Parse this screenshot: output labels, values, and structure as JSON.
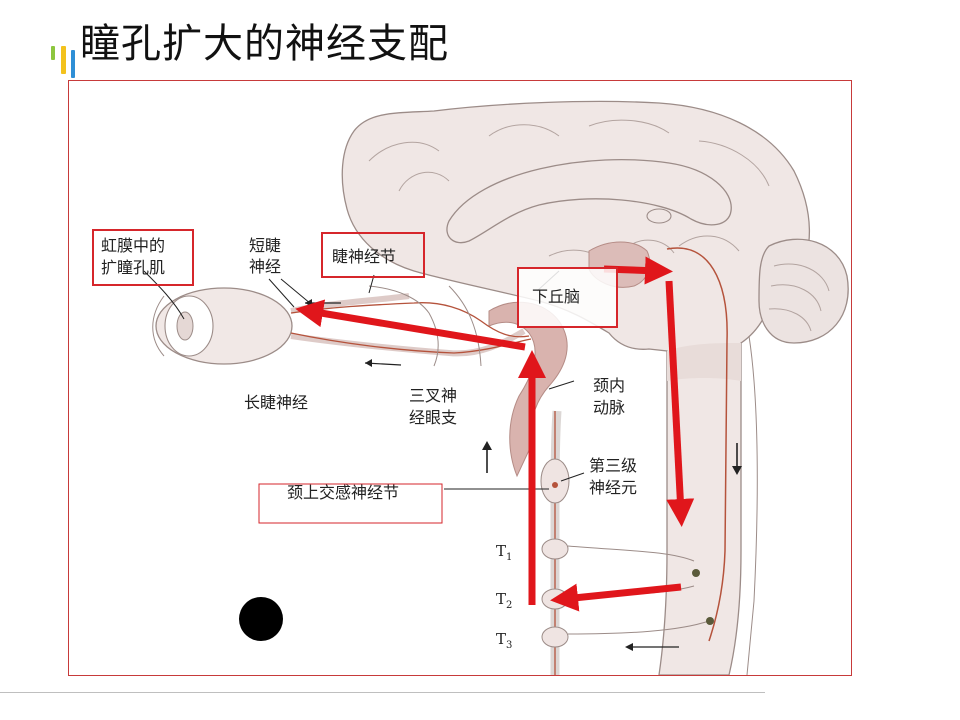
{
  "slide": {
    "title": "瞳孔扩大的神经支配"
  },
  "colors": {
    "accent_green": "#8dc63f",
    "accent_yellow": "#f3c21d",
    "accent_blue": "#2e8fd6",
    "frame_border": "#c73a3a",
    "arrow_red": "#e0161b",
    "nerve": "#b5533c",
    "brain_fill": "#f0e7e5"
  },
  "diagram": {
    "labels": {
      "iris_dilator_line1": "虹膜中的",
      "iris_dilator_line2": "扩瞳孔肌",
      "short_ciliary_line1": "短睫",
      "short_ciliary_line2": "神经",
      "ciliary_ganglion": "睫神经节",
      "hypothalamus": "下丘脑",
      "long_ciliary": "长睫神经",
      "trigeminal_line1": "三叉神",
      "trigeminal_line2": "经眼支",
      "internal_carotid_line1": "颈内",
      "internal_carotid_line2": "动脉",
      "third_order_line1": "第三级",
      "third_order_line2": "神经元",
      "superior_cervical_ganglion": "颈上交感神经节",
      "t1_letter": "T",
      "t1_sub": "1",
      "t2_letter": "T",
      "t2_sub": "2",
      "t3_letter": "T",
      "t3_sub": "3"
    }
  }
}
